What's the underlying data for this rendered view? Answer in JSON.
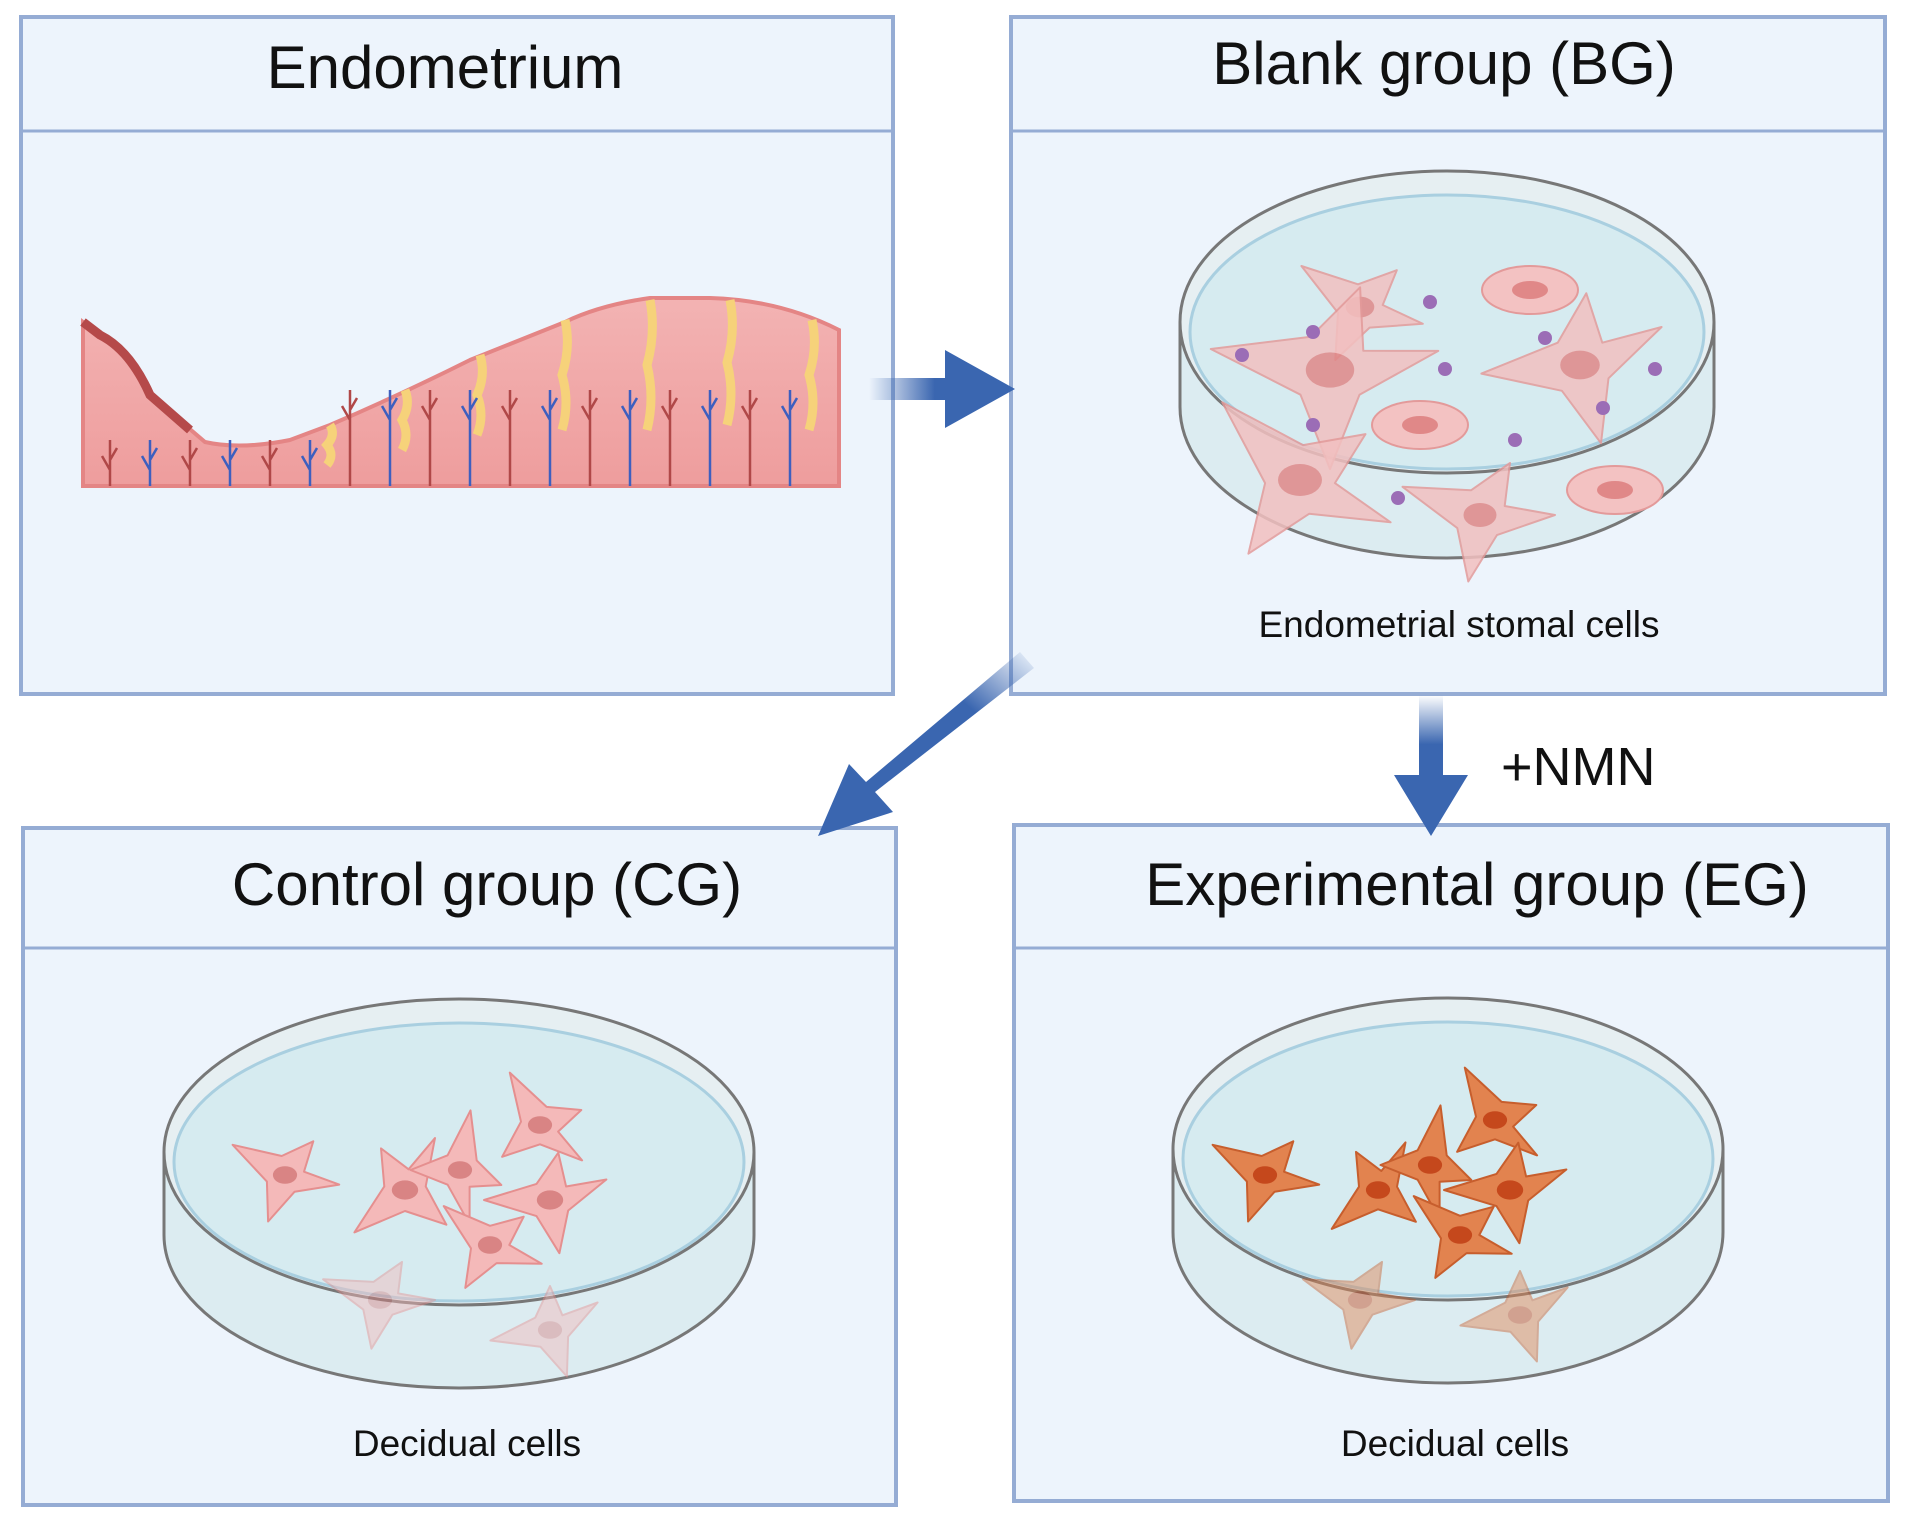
{
  "panels": {
    "endometrium": {
      "title": "Endometrium"
    },
    "blank": {
      "title": "Blank group (BG)",
      "caption": "Endometrial stomal cells"
    },
    "control": {
      "title": "Control group (CG)",
      "caption": "Decidual cells"
    },
    "experimental": {
      "title": "Experimental group (EG)",
      "caption": "Decidual cells"
    }
  },
  "arrows": {
    "treatment_label": "+NMN"
  },
  "colors": {
    "panel_bg": "#edf4fc",
    "panel_border": "#95acd4",
    "arrow": "#3a66b0",
    "stromal_cell": "#f2b9b9",
    "decidual_cg": "#f3b7b7",
    "decidual_eg": "#e0804f",
    "tissue": "#f0a8a8"
  }
}
